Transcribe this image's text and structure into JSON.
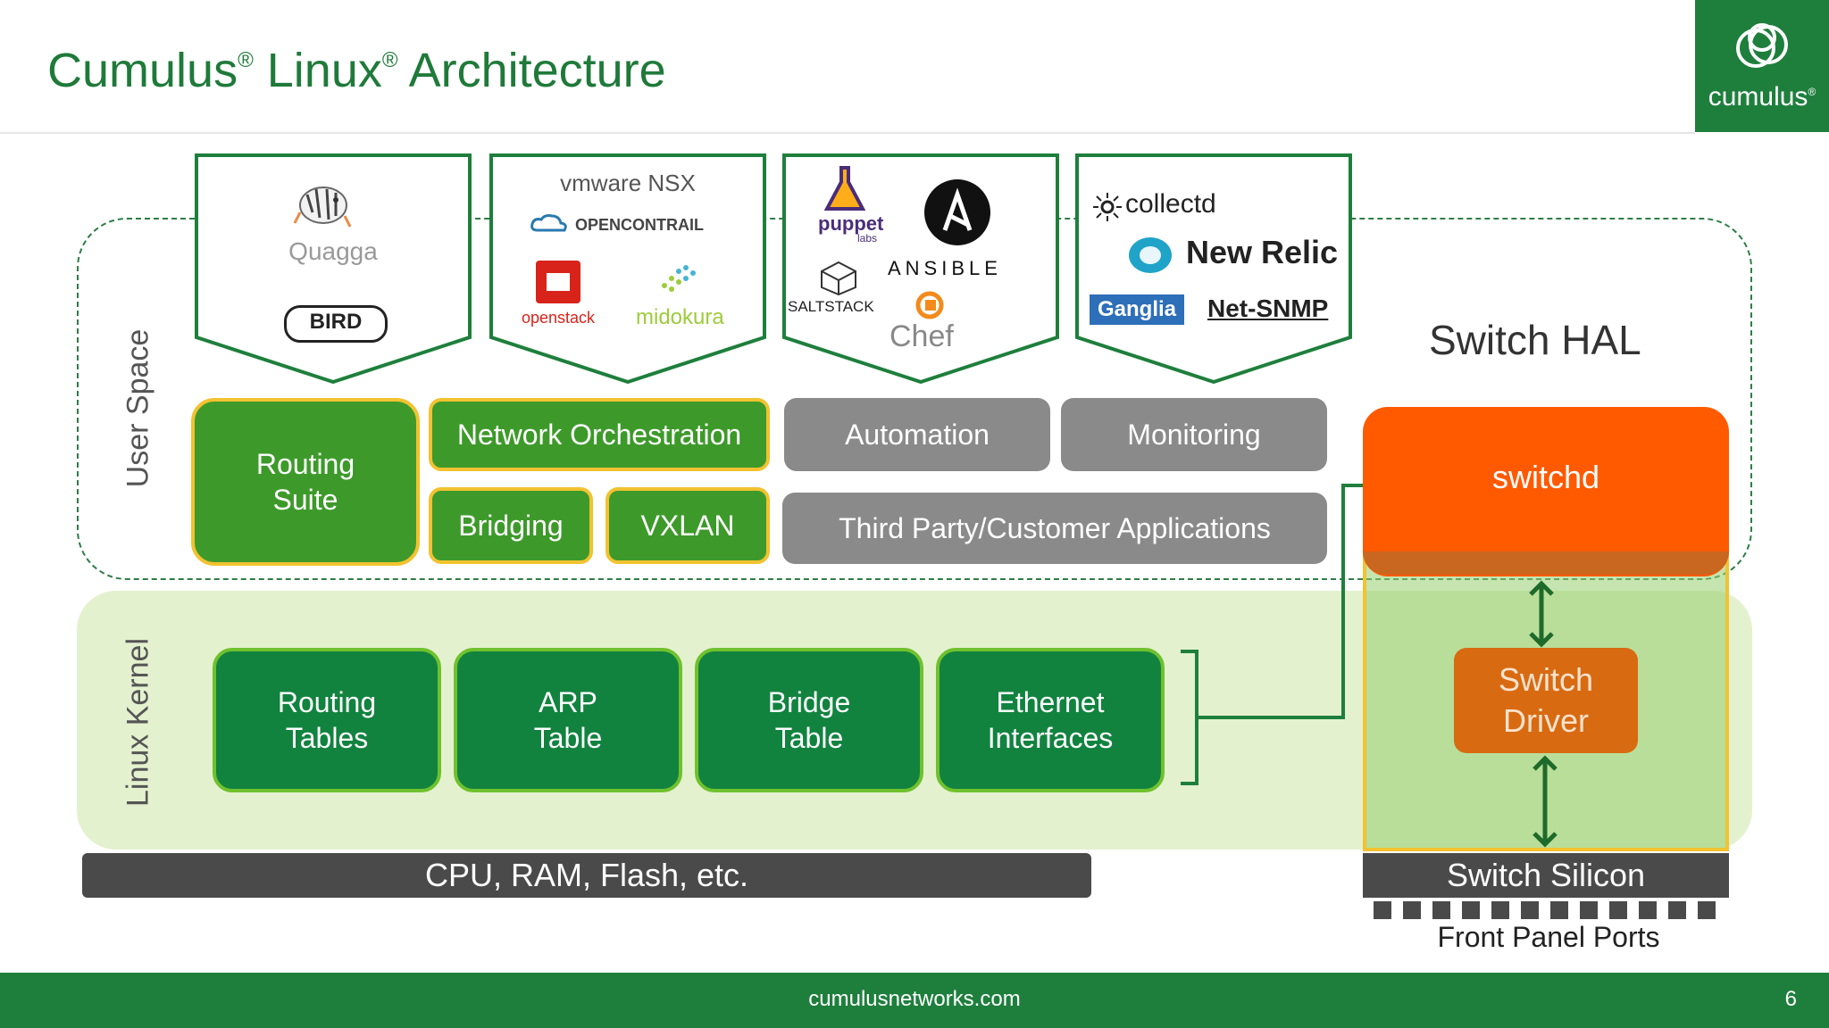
{
  "header": {
    "title_part1": "Cumulus",
    "title_reg1": "®",
    "title_part2": " Linux",
    "title_reg2": "®",
    "title_part3": " Architecture",
    "brand_logo_text": "cumulus",
    "brand_reg": "®"
  },
  "regions": {
    "user_space": "User Space",
    "linux_kernel": "Linux Kernel",
    "switch_hal": "Switch HAL"
  },
  "logo_panels": {
    "routing": {
      "logos": [
        "Quagga",
        "BIRD"
      ]
    },
    "orchestration": {
      "logos": [
        "vmware NSX",
        "OPENCONTRAIL",
        "openstack",
        "midokura"
      ]
    },
    "automation": {
      "logos": [
        "puppet",
        "labs",
        "ANSIBLE",
        "SALTSTACK",
        "Chef"
      ]
    },
    "monitoring": {
      "logos": [
        "collectd",
        "New Relic",
        "Ganglia",
        "Net-SNMP"
      ]
    }
  },
  "user_space_boxes": {
    "routing_suite": "Routing\nSuite",
    "network_orchestration": "Network Orchestration",
    "automation": "Automation",
    "monitoring": "Monitoring",
    "bridging": "Bridging",
    "vxlan": "VXLAN",
    "third_party": "Third Party/Customer Applications"
  },
  "kernel_boxes": {
    "routing_tables": "Routing\nTables",
    "arp_table": "ARP\nTable",
    "bridge_table": "Bridge\nTable",
    "ethernet_interfaces": "Ethernet\nInterfaces"
  },
  "hal": {
    "switchd": "switchd",
    "switch_driver": "Switch\nDriver",
    "switch_silicon": "Switch Silicon",
    "front_panel_ports": "Front Panel Ports"
  },
  "hardware": {
    "cpu_bar": "CPU, RAM, Flash, etc."
  },
  "footer": {
    "url": "cumulusnetworks.com",
    "page_number": "6"
  },
  "colors": {
    "brand_green": "#1e7f3c",
    "box_green": "#3d9a2a",
    "kernel_green": "#11833f",
    "accent_yellow": "#f2c230",
    "switchd_orange": "#ff5a00",
    "gray_box": "#8a8a8a",
    "dark_bar": "#4a4a4a"
  }
}
